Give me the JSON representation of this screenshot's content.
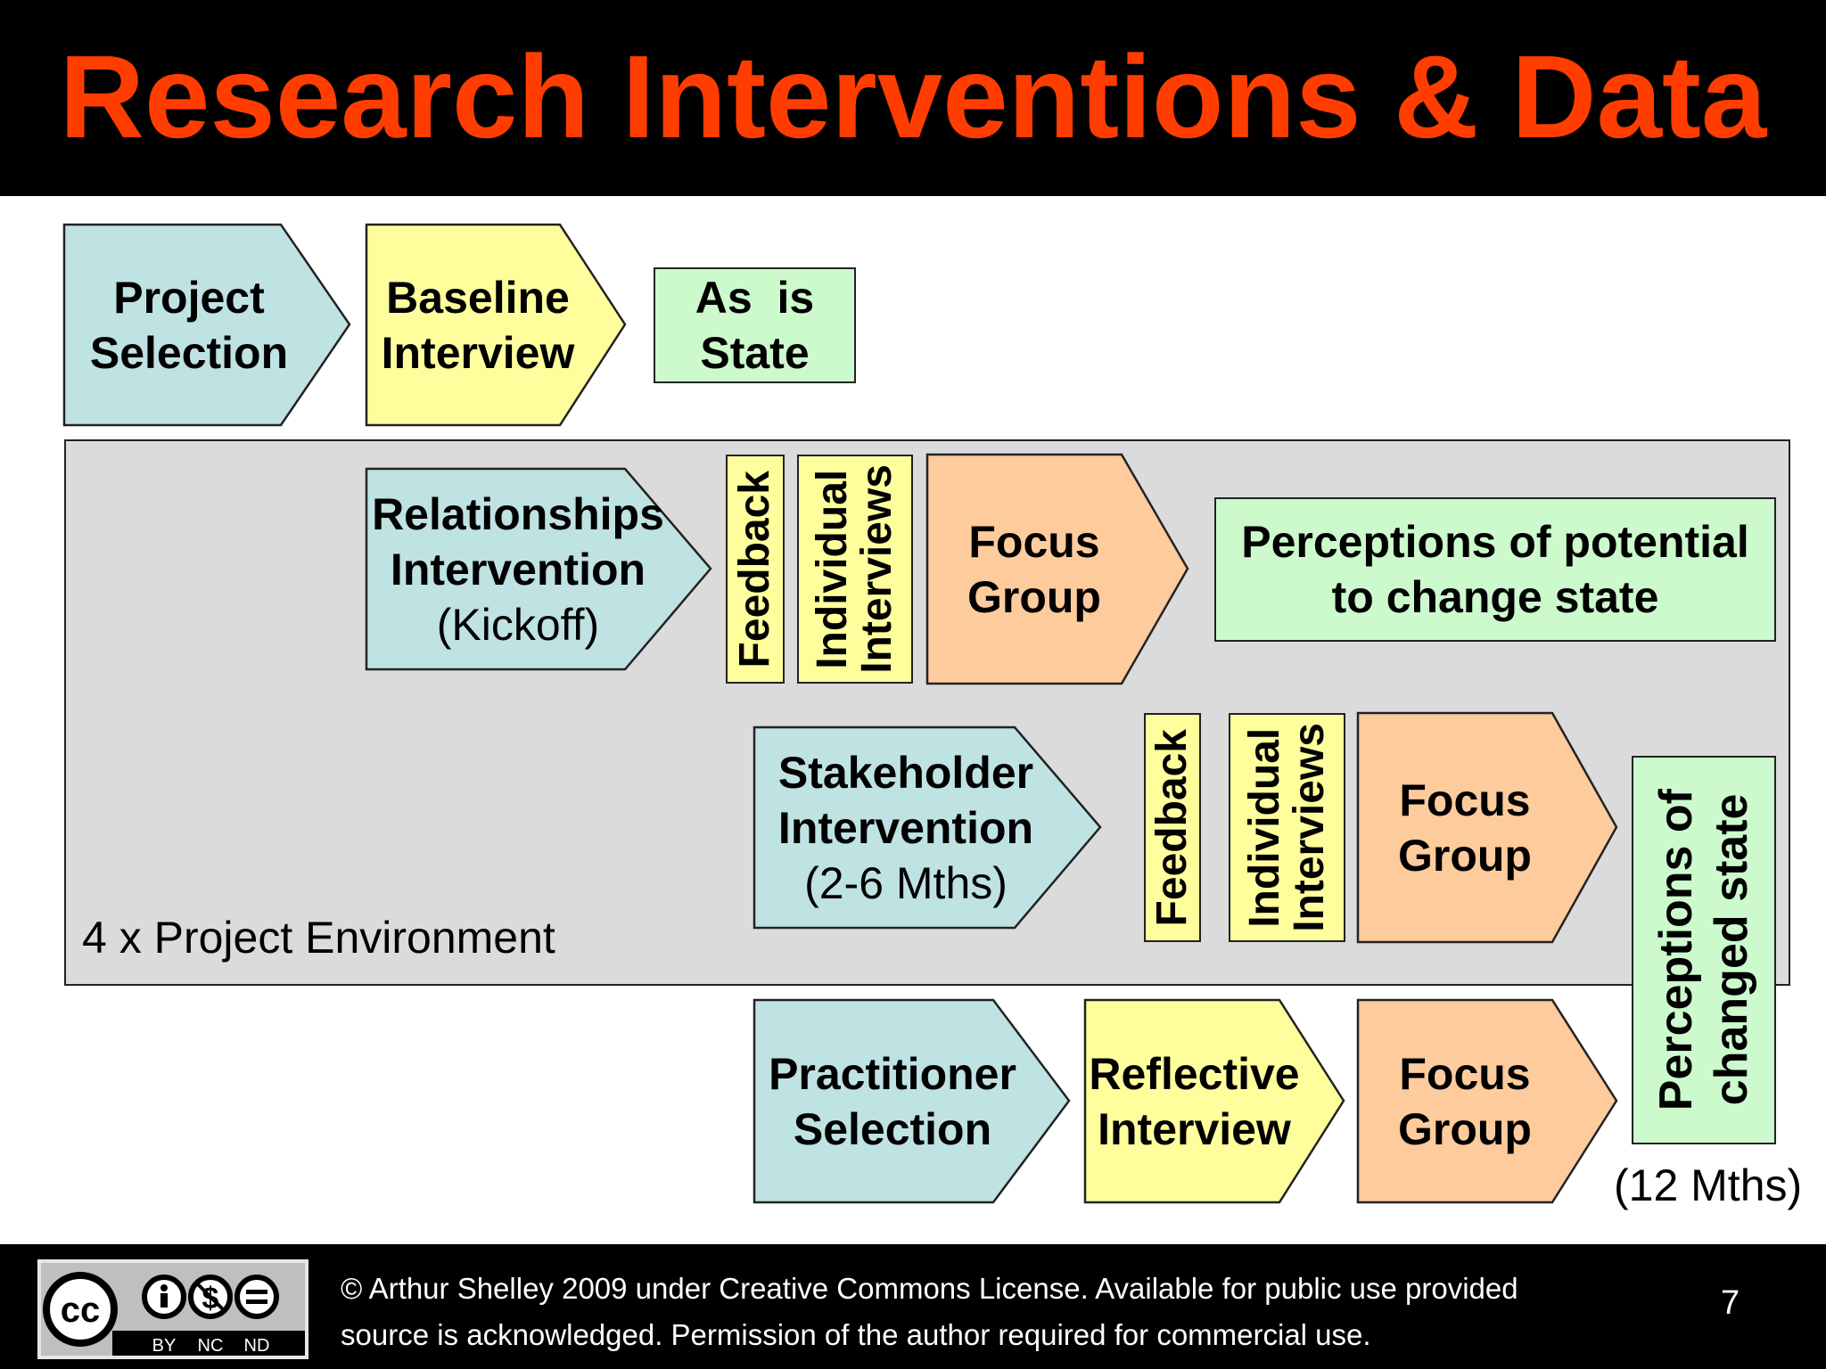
{
  "title": "Research Interventions & Data",
  "top_row": {
    "project_selection": [
      "Project",
      "Selection"
    ],
    "baseline_interview": [
      "Baseline",
      "Interview"
    ],
    "as_is_state": [
      "As  is",
      "State"
    ]
  },
  "environment": {
    "label": "4 x Project Environment",
    "row1": {
      "intervention": [
        "Relationships",
        "Intervention"
      ],
      "intervention_sub": "(Kickoff)",
      "feedback": "Feedback",
      "individual_interviews": [
        "Individual",
        "Interviews"
      ],
      "focus_group": [
        "Focus",
        "Group"
      ],
      "perceptions": [
        "Perceptions of potential",
        "to change state"
      ]
    },
    "row2": {
      "intervention": [
        "Stakeholder",
        "Intervention"
      ],
      "intervention_sub": "(2-6 Mths)",
      "feedback": "Feedback",
      "individual_interviews": [
        "Individual",
        "Interviews"
      ],
      "focus_group": [
        "Focus",
        "Group"
      ]
    }
  },
  "bottom_row": {
    "practitioner_selection": [
      "Practitioner",
      "Selection"
    ],
    "reflective_interview": [
      "Reflective",
      "Interview"
    ],
    "focus_group": [
      "Focus",
      "Group"
    ]
  },
  "perceptions_changed": [
    "Perceptions of",
    "changed state"
  ],
  "months_12": "(12 Mths)",
  "footer": {
    "copyright_line1": "© Arthur Shelley 2009 under Creative Commons License.  Available for public use provided",
    "copyright_line2": "source is acknowledged.  Permission of the author required for commercial use.",
    "page_number": "7",
    "license_badge_labels": [
      "cc",
      "BY",
      "NC",
      "ND"
    ]
  },
  "colors": {
    "title": "#ff3d00",
    "blue_box": "#bfe2e3",
    "yellow_box": "#fefe9c",
    "orange_box": "#fdcb9c",
    "green_box": "#ccfacd",
    "environment_bg": "#dcdbdc"
  }
}
